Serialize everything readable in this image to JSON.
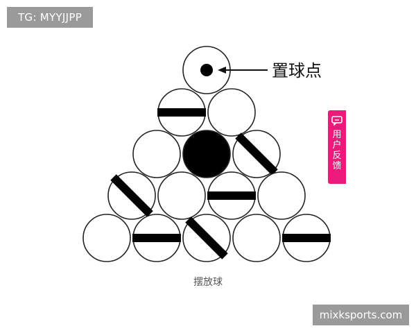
{
  "watermark_top": "TG: MYYJJPP",
  "watermark_bottom": "mixksports.com",
  "diagram": {
    "spot_label": "置球点",
    "caption": "摆放球",
    "rack": [
      {
        "row": 1,
        "balls": [
          "spot"
        ]
      },
      {
        "row": 2,
        "balls": [
          "horizontal",
          "plain"
        ]
      },
      {
        "row": 3,
        "balls": [
          "plain",
          "black",
          "diagonal"
        ]
      },
      {
        "row": 4,
        "balls": [
          "diagonal",
          "plain",
          "horizontal",
          "plain"
        ]
      },
      {
        "row": 5,
        "balls": [
          "plain",
          "horizontal",
          "diagonal",
          "plain",
          "horizontal"
        ]
      }
    ]
  },
  "feedback_tab": {
    "label": "用户反馈",
    "icon": "chat-bubble-icon",
    "color": "#ea1b7a"
  }
}
